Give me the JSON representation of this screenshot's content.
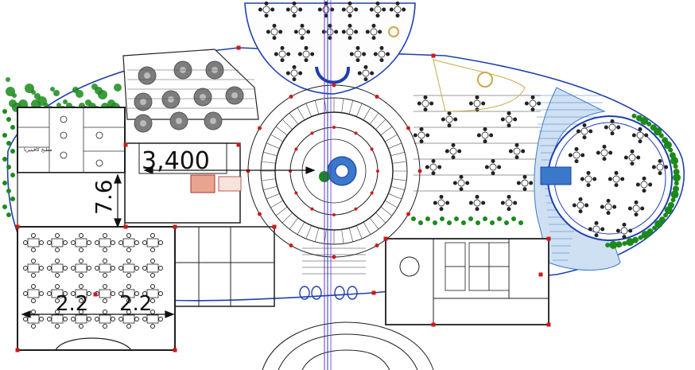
{
  "drawing": {
    "dimensions": [
      {
        "id": "dim-width-center",
        "text": "3,400"
      },
      {
        "id": "dim-height-left",
        "text": "7.6"
      },
      {
        "id": "dim-width-hall-left",
        "text": "2.2"
      },
      {
        "id": "dim-width-hall-right",
        "text": "2.2"
      }
    ],
    "labels": [
      {
        "id": "room-label-arabic",
        "text": "مطبخ كافيتيريا"
      }
    ],
    "colors": {
      "wall": "#1f1f1f",
      "outline": "#1f3fae",
      "axis": "#6d2bd1",
      "column": "#d01818",
      "water": "#3a78c9",
      "vegetation": "#1b8a1b",
      "tree": "#7d7d7d",
      "furniture": "#222222"
    }
  }
}
